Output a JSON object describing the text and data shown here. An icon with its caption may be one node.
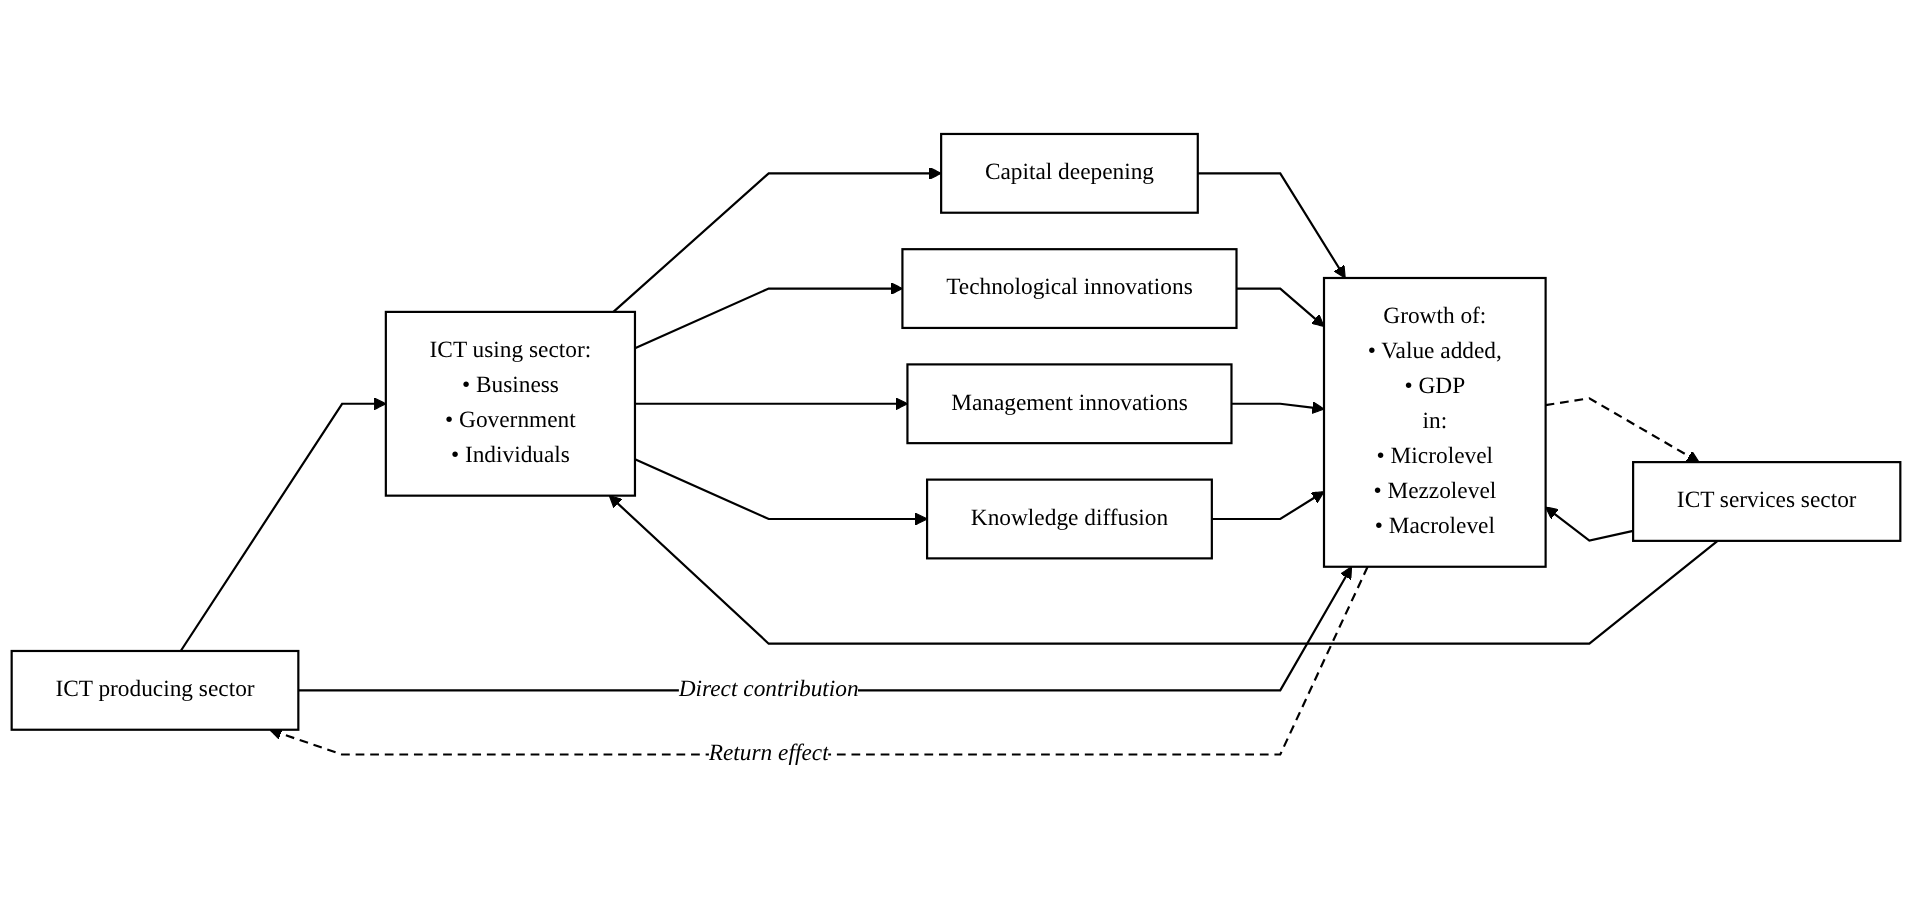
{
  "diagram": {
    "nodes": [
      {
        "text": [
          "ICT producing sector"
        ]
      },
      {
        "text": [
          "ICT services sector"
        ]
      },
      {
        "text": [
          "ICT using sector:",
          "• Business",
          "• Government",
          "• Individuals"
        ]
      },
      {
        "text": [
          "Capital deepening"
        ]
      },
      {
        "text": [
          "Technological innovations"
        ]
      },
      {
        "text": [
          "Management innovations"
        ]
      },
      {
        "text": [
          "Knowledge diffusion"
        ]
      },
      {
        "text": [
          "Growth of:",
          "• Value added,",
          "• GDP",
          "in:",
          "• Microlevel",
          "• Mezzolevel",
          "• Macrolevel"
        ]
      }
    ],
    "edges": [
      {
        "from": 0,
        "to": 2,
        "arrow": "to"
      },
      {
        "from": 1,
        "to": 2,
        "arrow": "to"
      },
      {
        "from": 2,
        "to": 3,
        "arrow": "to"
      },
      {
        "from": 2,
        "to": 4,
        "arrow": "to"
      },
      {
        "from": 2,
        "to": 5,
        "arrow": "to"
      },
      {
        "from": 2,
        "to": 6,
        "arrow": "to"
      },
      {
        "from": 3,
        "to": 7,
        "arrow": "to"
      },
      {
        "from": 4,
        "to": 7,
        "arrow": "to"
      },
      {
        "from": 5,
        "to": 7,
        "arrow": "to"
      },
      {
        "from": 6,
        "to": 7,
        "arrow": "to"
      },
      {
        "from": 0,
        "to": 7,
        "arrow": "to",
        "label": "Direct contribution"
      },
      {
        "from": 1,
        "to": 7,
        "arrow": "to"
      },
      {
        "from": 7,
        "to": 0,
        "arrow": "to",
        "style": "dashed",
        "label": "Return effect"
      },
      {
        "from": 7,
        "to": 1,
        "arrow": "to",
        "style": "dashed"
      }
    ]
  }
}
